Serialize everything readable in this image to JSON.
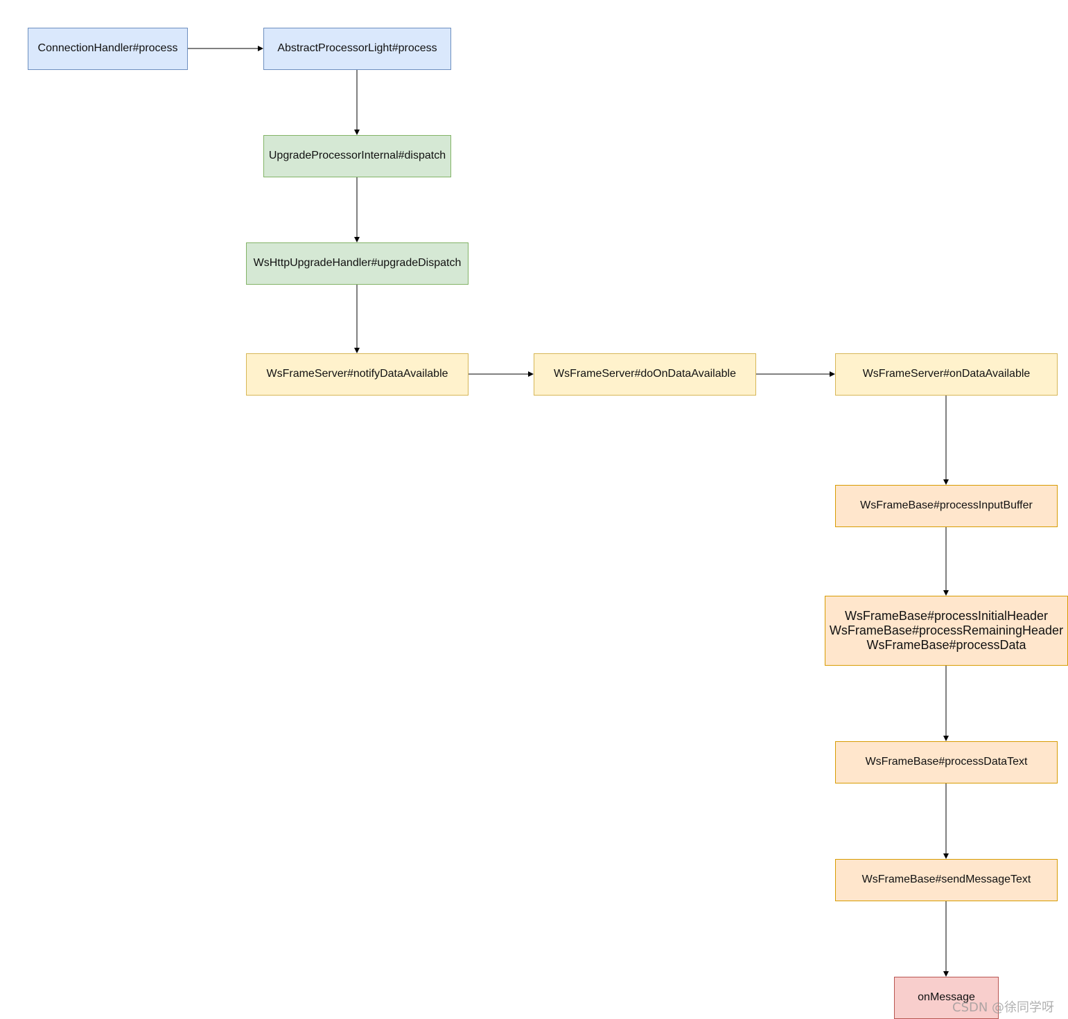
{
  "nodes": {
    "connection_handler": "ConnectionHandler#process",
    "abstract_processor_light": "AbstractProcessorLight#process",
    "upgrade_processor_internal": "UpgradeProcessorInternal#dispatch",
    "ws_http_upgrade_handler": "WsHttpUpgradeHandler#upgradeDispatch",
    "notify_data_available": "WsFrameServer#notifyDataAvailable",
    "do_on_data_available": "WsFrameServer#doOnDataAvailable",
    "on_data_available": "WsFrameServer#onDataAvailable",
    "process_input_buffer": "WsFrameBase#processInputBuffer",
    "process_headers": [
      "WsFrameBase#processInitialHeader",
      "WsFrameBase#processRemainingHeader",
      "WsFrameBase#processData"
    ],
    "process_data_text": "WsFrameBase#processDataText",
    "send_message_text": "WsFrameBase#sendMessageText",
    "on_message": "onMessage"
  },
  "watermark": "CSDN @徐同学呀",
  "colors": {
    "blue_fill": "#dae8fc",
    "green_fill": "#d5e8d4",
    "yellow_fill": "#fff2cc",
    "orange_fill": "#ffe6cc",
    "red_fill": "#f8cecc",
    "edge": "#000000"
  }
}
